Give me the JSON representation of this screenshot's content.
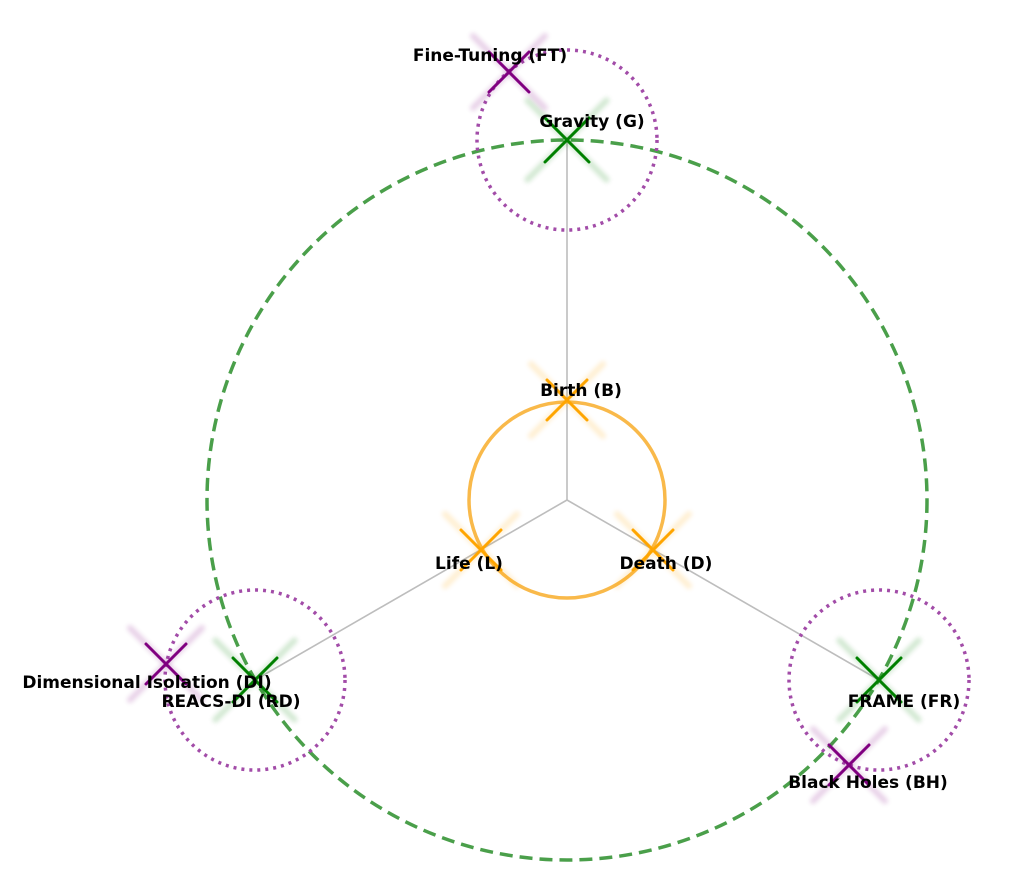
{
  "colors": {
    "core": "#ffa500",
    "core_ring": "#f9b94a",
    "middle": "#008000",
    "middle_ring": "#4a9f4a",
    "outer": "#800080",
    "outer_ring": "#a24ca8",
    "spoke": "#bdbdbd"
  },
  "rings": [
    {
      "id": "core-ring",
      "style": "solid",
      "color_key": "core_ring"
    },
    {
      "id": "middle-ring",
      "style": "dashed",
      "color_key": "middle_ring"
    },
    {
      "id": "outer-ring-ft-g",
      "style": "dotted",
      "color_key": "outer_ring"
    },
    {
      "id": "outer-ring-di-rd",
      "style": "dotted",
      "color_key": "outer_ring"
    },
    {
      "id": "outer-ring-bh-fr",
      "style": "dotted",
      "color_key": "outer_ring"
    }
  ],
  "nodes": {
    "birth": {
      "label": "Birth (B)",
      "tier": "core"
    },
    "life": {
      "label": "Life (L)",
      "tier": "core"
    },
    "death": {
      "label": "Death (D)",
      "tier": "core"
    },
    "gravity": {
      "label": "Gravity (G)",
      "tier": "middle"
    },
    "reacs_di": {
      "label": "REACS-DI (RD)",
      "tier": "middle"
    },
    "frame": {
      "label": "FRAME (FR)",
      "tier": "middle"
    },
    "fine_tuning": {
      "label": "Fine-Tuning (FT)",
      "tier": "outer"
    },
    "dimensional_isolation": {
      "label": "Dimensional Isolation (DI)",
      "tier": "outer"
    },
    "black_holes": {
      "label": "Black Holes (BH)",
      "tier": "outer"
    }
  }
}
